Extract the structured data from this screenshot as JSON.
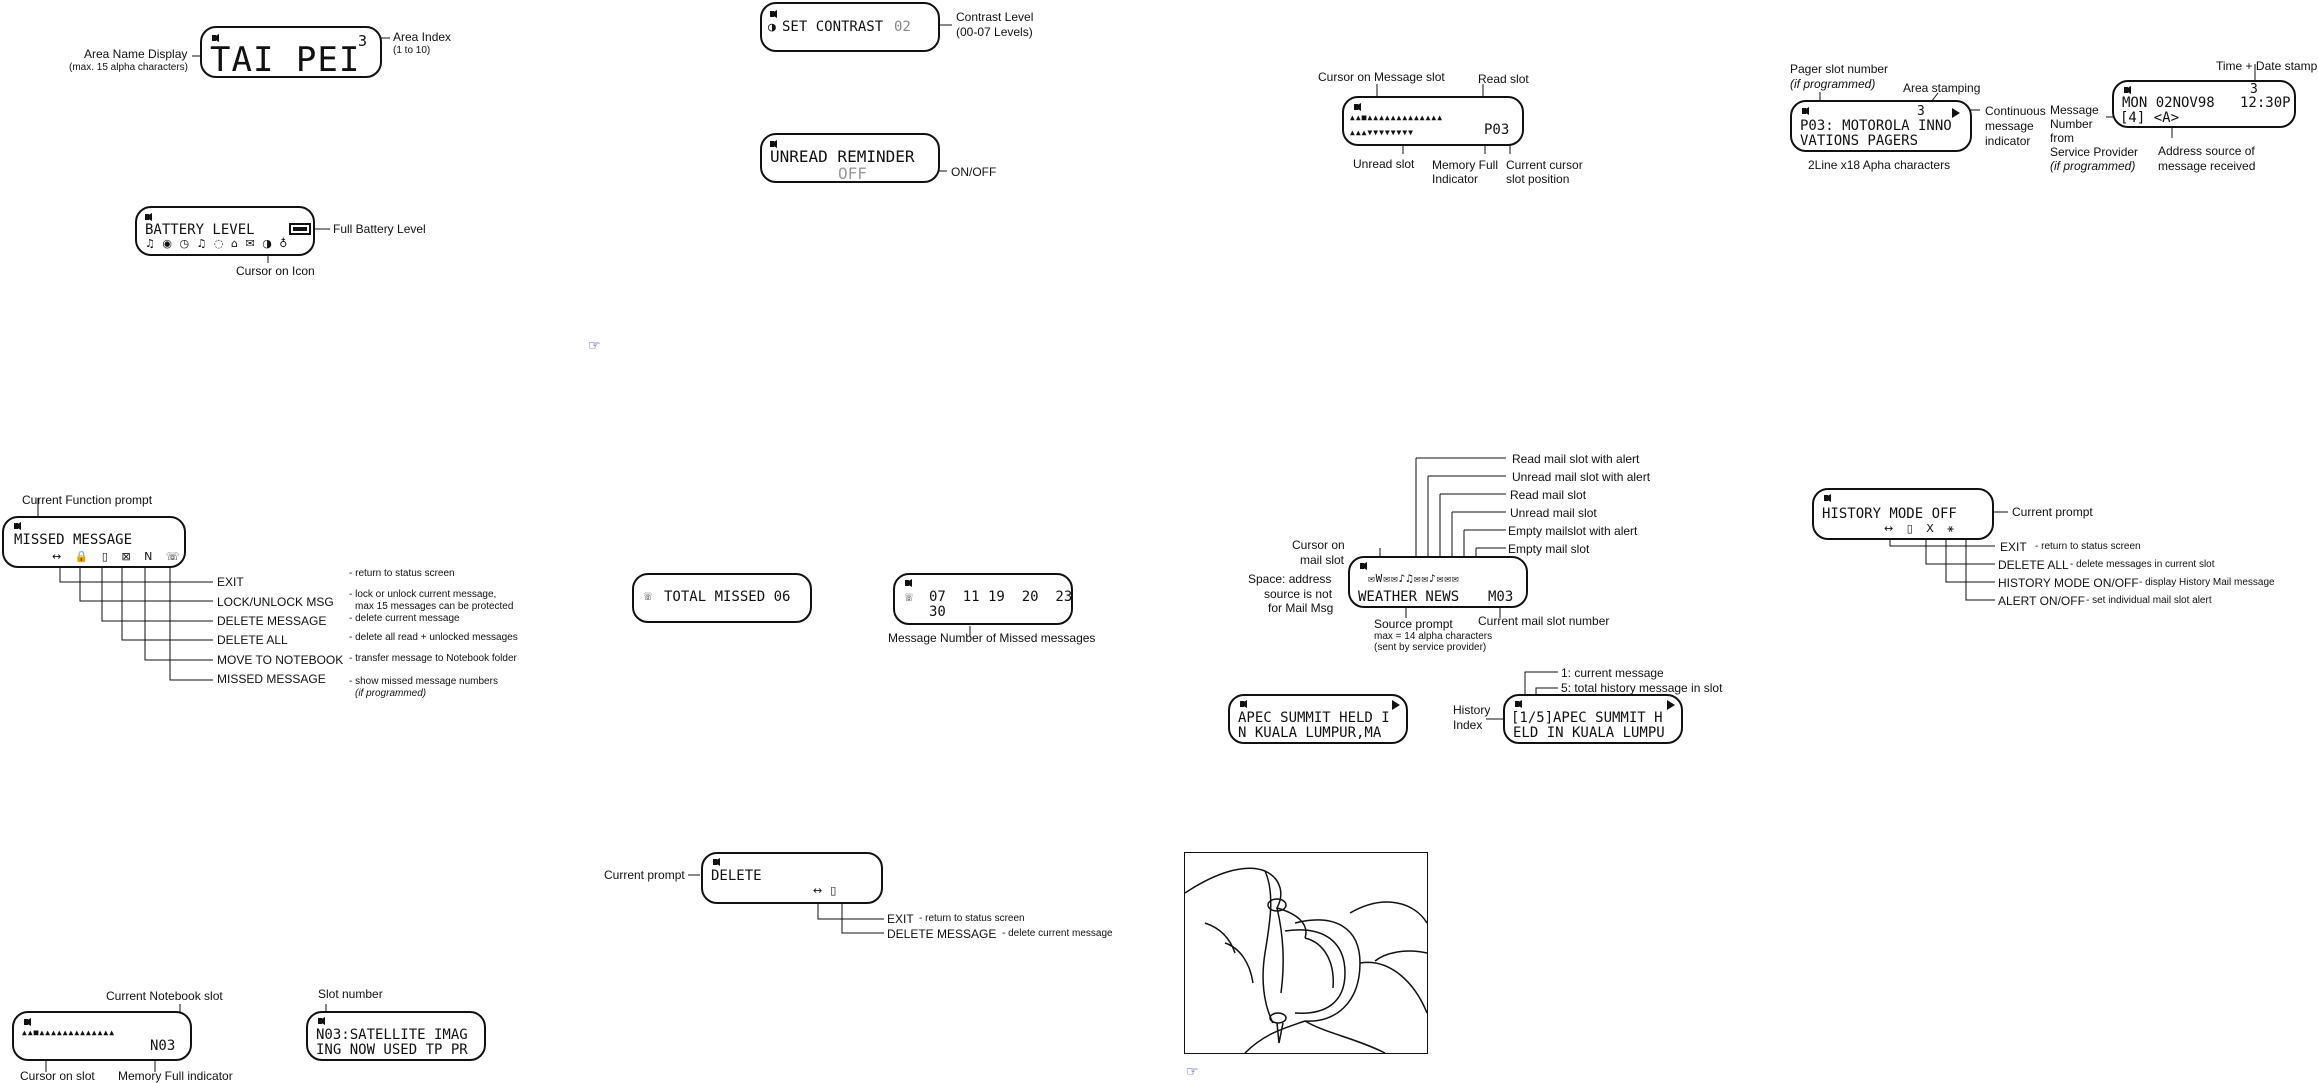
{
  "area_name": {
    "screen_text": "TAI PEI",
    "index_value": "3",
    "label_display": "Area Name Display",
    "label_display_note": "(max. 15 alpha characters)",
    "label_index": "Area Index",
    "label_index_note": "(1 to 10)"
  },
  "battery": {
    "screen_title": "BATTERY LEVEL",
    "icon_row": "♫ ◉ ◷ ♫ ◌ ⌂ ✉ ◑ ♁",
    "label_full": "Full Battery Level",
    "label_cursor": "Cursor on Icon"
  },
  "contrast": {
    "screen_title": "SET CONTRAST",
    "screen_value": "02",
    "label": "Contrast Level",
    "label_note": "(00-07 Levels)"
  },
  "reminder": {
    "screen_title": "UNREAD REMINDER",
    "screen_value": "OFF",
    "label": "ON/OFF"
  },
  "slots": {
    "row1": "▲▲■▲▲▲▲▲▲▲▲▲▲▲▲▲",
    "row2": "▲▲▲▼▼▼▼▼▼▼▼",
    "position": "P03",
    "label_cursor": "Cursor on Message slot",
    "label_read": "Read slot",
    "label_unread": "Unread slot",
    "label_memory": "Memory Full",
    "label_memory2": "Indicator",
    "label_current": "Current cursor",
    "label_current2": "slot position"
  },
  "pager_msg": {
    "line1_a": "P03: MOTOROLA INNO",
    "line2": "VATIONS PAGERS",
    "area_stamp": "3",
    "label_slot_number": "Pager slot number",
    "label_slot_note": "(if programmed)",
    "label_area": "Area stamping",
    "label_continuous": "Continuous",
    "label_continuous2": "message",
    "label_continuous3": "indicator",
    "label_2line": "2Line x18 Apha characters"
  },
  "time_msg": {
    "line1": "MON 02NOV98",
    "time": "12:30P",
    "stamp": "3",
    "line2": "[4] <A>",
    "label_time": "Time + Date stamp",
    "label_msg_number": "Message",
    "label_msg_number2": "Number",
    "label_msg_number3": "from",
    "label_msg_number4": "Service Provider",
    "label_msg_number5": "(if programmed)",
    "label_addr": "Address source of",
    "label_addr2": "message received"
  },
  "missed_menu": {
    "screen_title": "MISSED MESSAGE",
    "icons": "↔ 🔒 ▯ ⊠ N ☏",
    "label_prompt": "Current Function prompt",
    "items": [
      {
        "name": "EXIT",
        "desc": "- return to status screen",
        "desc2": ""
      },
      {
        "name": "LOCK/UNLOCK MSG",
        "desc": "- lock or unlock current message,",
        "desc2": "max 15 messages can be protected"
      },
      {
        "name": "DELETE MESSAGE",
        "desc": "- delete current message",
        "desc2": ""
      },
      {
        "name": "DELETE ALL",
        "desc": "- delete all read + unlocked messages",
        "desc2": ""
      },
      {
        "name": "MOVE TO NOTEBOOK",
        "desc": "- transfer message to Notebook folder",
        "desc2": ""
      },
      {
        "name": "MISSED MESSAGE",
        "desc": "- show missed message numbers",
        "desc2": "(if programmed)"
      }
    ]
  },
  "total_missed": {
    "screen_text": "TOTAL MISSED 06"
  },
  "missed_numbers": {
    "line1": "07  11 19  20  23",
    "line2": "30",
    "label": "Message Number of Missed messages"
  },
  "mail": {
    "icons": "✉W✉✉♪♫✉✉♪✉✉✉",
    "line2_a": "WEATHER NEWS",
    "line2_b": "M03",
    "legend": [
      "Read mail slot with alert",
      "Unread mail slot with alert",
      "Read mail slot",
      "Unread mail slot",
      "Empty mailslot with alert",
      "Empty mail slot"
    ],
    "label_cursor": "Cursor on",
    "label_cursor2": "mail slot",
    "label_space": "Space: address",
    "label_space2": "source is not",
    "label_space3": "for Mail Msg",
    "label_source": "Source prompt",
    "label_source2": "max = 14 alpha characters",
    "label_source3": "(sent by service provider)",
    "label_current": "Current mail slot number"
  },
  "history_menu": {
    "screen_title": "HISTORY MODE OFF",
    "icons": "↔ ▯ X ⚹",
    "label_prompt": "Current prompt",
    "items": [
      {
        "name": "EXIT",
        "desc": "- return to status screen"
      },
      {
        "name": "DELETE ALL",
        "desc": "- delete messages in current slot"
      },
      {
        "name": "HISTORY MODE ON/OFF",
        "desc": "- display History Mail message"
      },
      {
        "name": "ALERT ON/OFF",
        "desc": "- set individual mail slot alert"
      }
    ]
  },
  "apec1": {
    "line1": "APEC SUMMIT HELD I",
    "line2": "N KUALA LUMPUR,MA"
  },
  "apec2": {
    "index": "[1/5]",
    "line1": "APEC SUMMIT H",
    "line2": "ELD IN KUALA LUMPU",
    "label_history": "History",
    "label_history2": "Index",
    "label_current": "1: current message",
    "label_total": "5: total history message in slot"
  },
  "delete_menu": {
    "screen_title": "DELETE",
    "label_prompt": "Current prompt",
    "items": [
      {
        "name": "EXIT",
        "desc": "- return to status screen"
      },
      {
        "name": "DELETE MESSAGE",
        "desc": "- delete current message"
      }
    ]
  },
  "notebook": {
    "row": "▲▲■▲▲▲▲▲▲▲▲▲▲▲▲▲",
    "position": "N03",
    "label_slot": "Current Notebook slot",
    "label_cursor": "Cursor on slot",
    "label_memory": "Memory Full indicator"
  },
  "notebook_msg": {
    "line1": "N03:SATELLITE IMAG",
    "line2": "ING NOW USED TP PR",
    "label": "Slot number"
  }
}
